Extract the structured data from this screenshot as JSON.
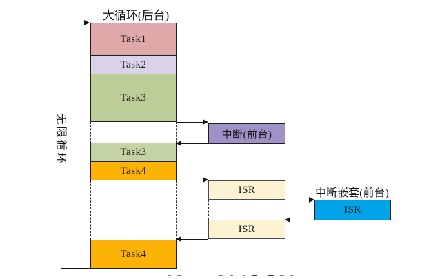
{
  "title": "大循环(后台)",
  "loop_label": "无限循环",
  "background_column": {
    "blocks": [
      {
        "label": "Task1",
        "color": "#dfa9a9"
      },
      {
        "label": "Task2",
        "color": "#d9d3e9"
      },
      {
        "label": "Task3",
        "color": "#bccd97"
      },
      {
        "label": "Task3",
        "color": "#c3d3a3"
      },
      {
        "label": "Task4",
        "color": "#fcb305"
      },
      {
        "label": "Task4",
        "color": "#fcb305"
      }
    ]
  },
  "foreground": {
    "interrupt_label": "中断(前台)",
    "interrupt_color": "#9e92c6",
    "isr_blocks": [
      {
        "label": "ISR",
        "color": "#fdf2d1"
      },
      {
        "label": "ISR",
        "color": "#fdf2d1"
      }
    ]
  },
  "nested_interrupt": {
    "title": "中断嵌套(前台)",
    "isr_label": "ISR",
    "color": "#00a2e8"
  },
  "colors": {
    "border": "#1f1f1f",
    "line": "#141414"
  }
}
